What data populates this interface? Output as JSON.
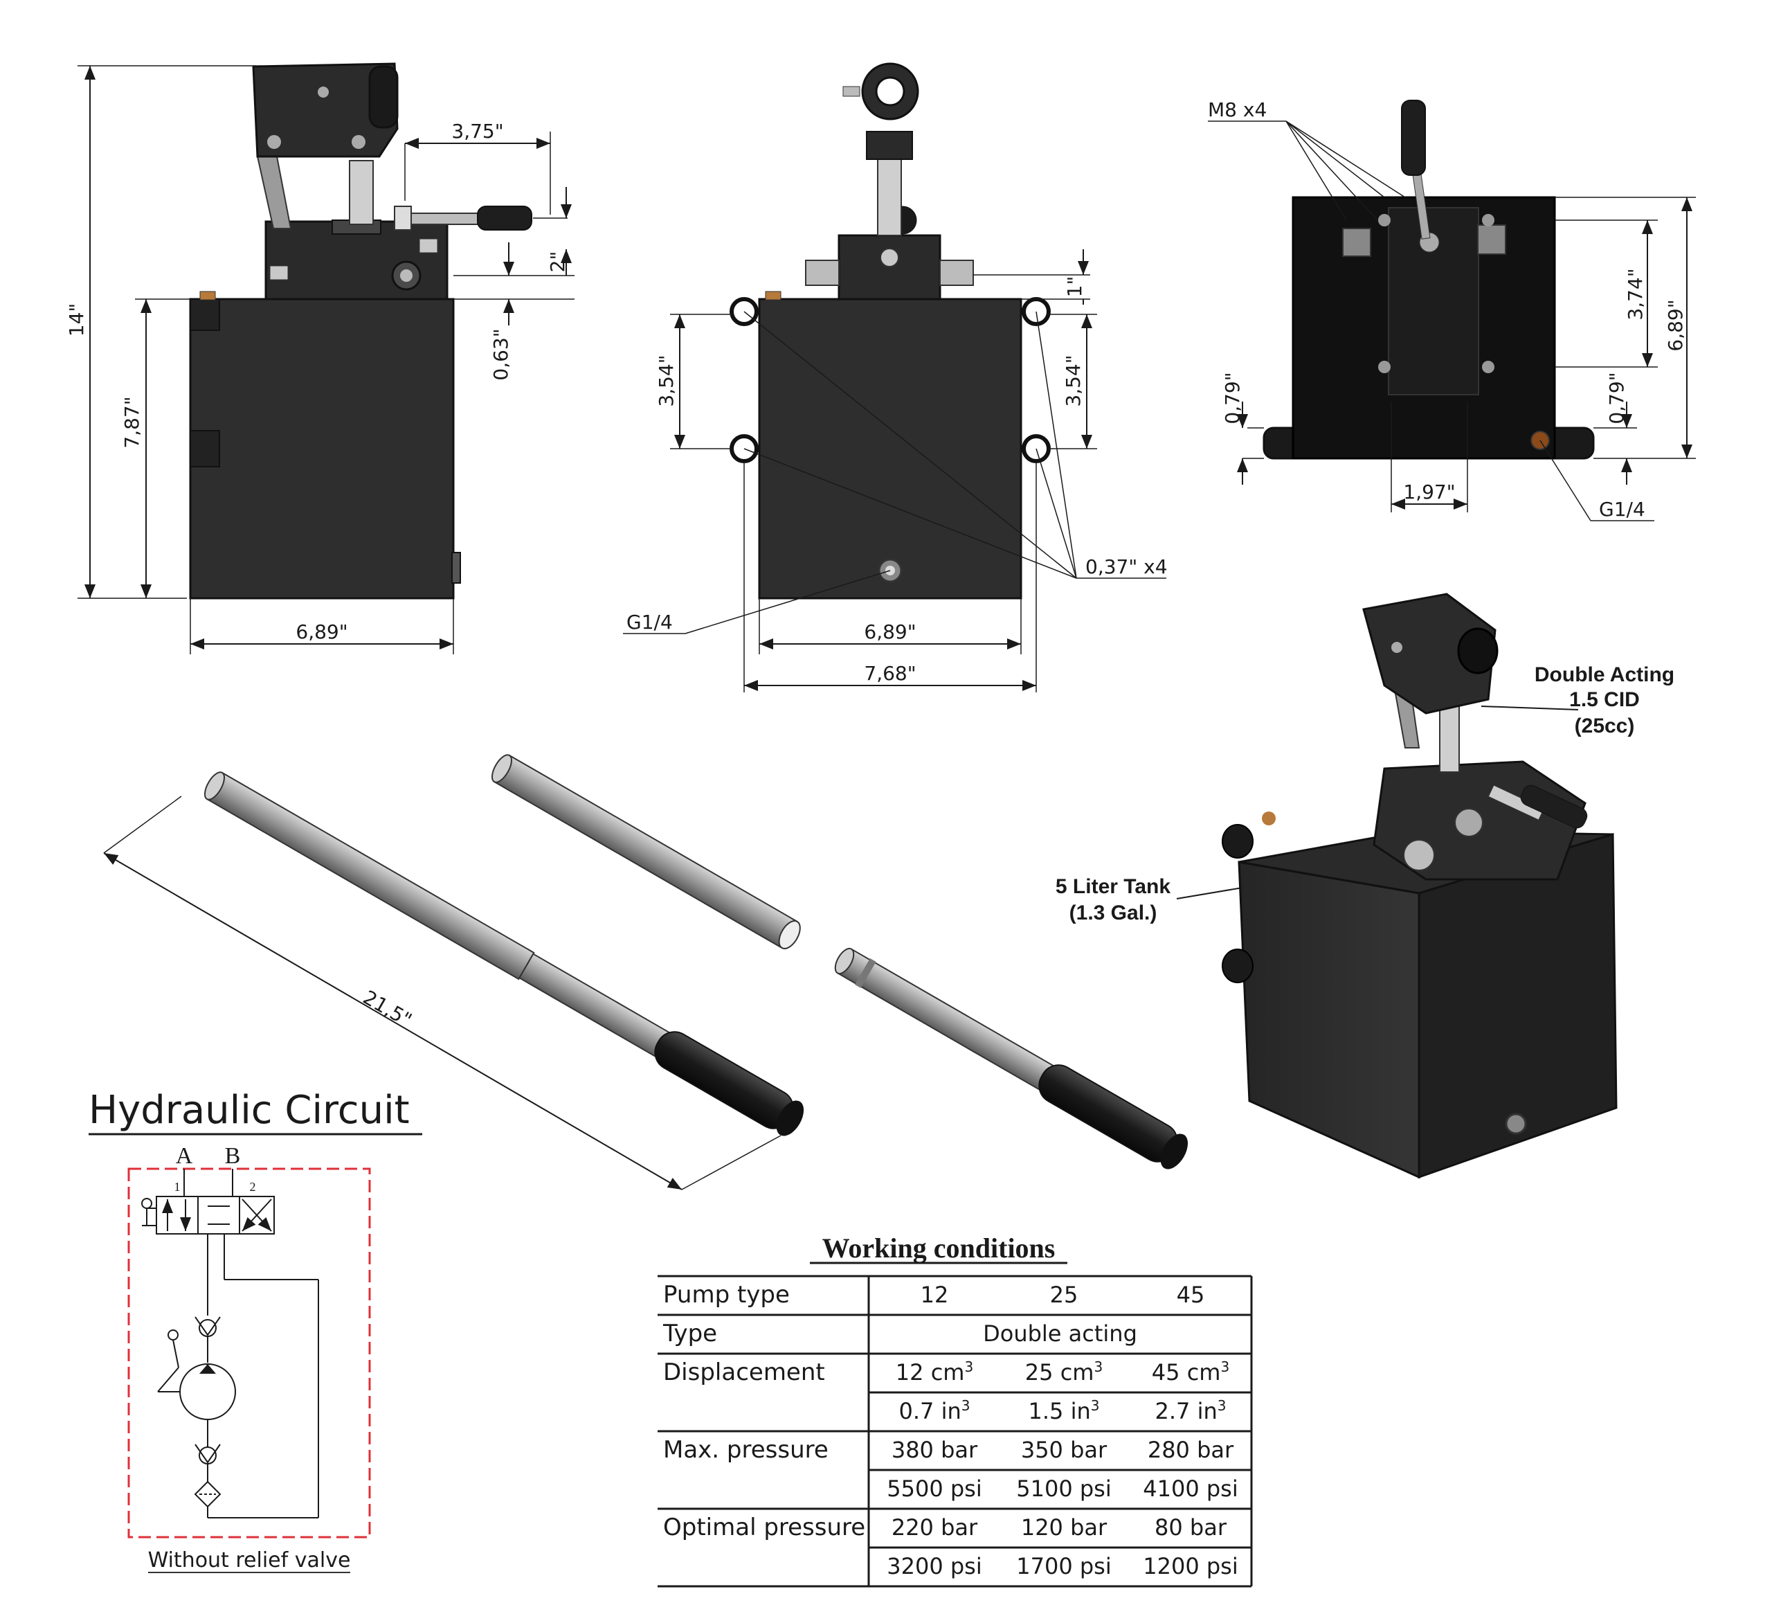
{
  "dimensions": {
    "height_total": "14\"",
    "tank_height": "7,87\"",
    "handle_offset": "3,75\"",
    "handle_height": "2\"",
    "port_height": "0,63\"",
    "side_width": "6,89\"",
    "front_hole_left": "3,54\"",
    "front_hole_right": "3,54\"",
    "front_port": "1\"",
    "front_width": "6,89\"",
    "front_mount_width": "7,68\"",
    "mount_holes": "0,37\" x4",
    "front_drain": "G1/4",
    "top_bolts": "M8 x4",
    "top_depth": "6,89\"",
    "top_inner": "3,74\"",
    "top_foot_left": "0,79\"",
    "top_foot_right": "0,79\"",
    "top_port_spacing": "1,97\"",
    "top_port": "G1/4",
    "lever_length": "21,5\""
  },
  "callouts": {
    "pump_line1": "Double Acting",
    "pump_line2": "1.5 CID",
    "pump_line3": "(25cc)",
    "tank_line1": "5 Liter Tank",
    "tank_line2": "(1.3 Gal.)"
  },
  "circuit": {
    "title": "Hydraulic Circuit",
    "port_a": "A",
    "port_b": "B",
    "pos_1": "1",
    "pos_2": "2",
    "caption": "Without relief valve"
  },
  "table": {
    "title": "Working conditions",
    "rows": [
      {
        "label": "Pump type",
        "cells": [
          "12",
          "25",
          "45"
        ]
      },
      {
        "label": "Type",
        "span": "Double acting"
      },
      {
        "label": "Displacement",
        "cells": [
          "12 cm",
          "25 cm",
          "45 cm"
        ],
        "sup": "3"
      },
      {
        "label": "",
        "cells": [
          "0.7 in",
          "1.5 in",
          "2.7 in"
        ],
        "sup": "3"
      },
      {
        "label": "Max. pressure",
        "cells": [
          "380 bar",
          "350 bar",
          "280 bar"
        ]
      },
      {
        "label": "",
        "cells": [
          "5500 psi",
          "5100 psi",
          "4100 psi"
        ]
      },
      {
        "label": "Optimal pressure",
        "cells": [
          "220 bar",
          "120 bar",
          "80 bar"
        ]
      },
      {
        "label": "",
        "cells": [
          "3200 psi",
          "1700 psi",
          "1200 psi"
        ]
      }
    ]
  },
  "colors": {
    "body": "#2c2c2c",
    "body_dark": "#1a1a1a",
    "metal": "#8e8e8e",
    "circuit_frame": "#e0303a",
    "line": "#1a1a1a"
  }
}
